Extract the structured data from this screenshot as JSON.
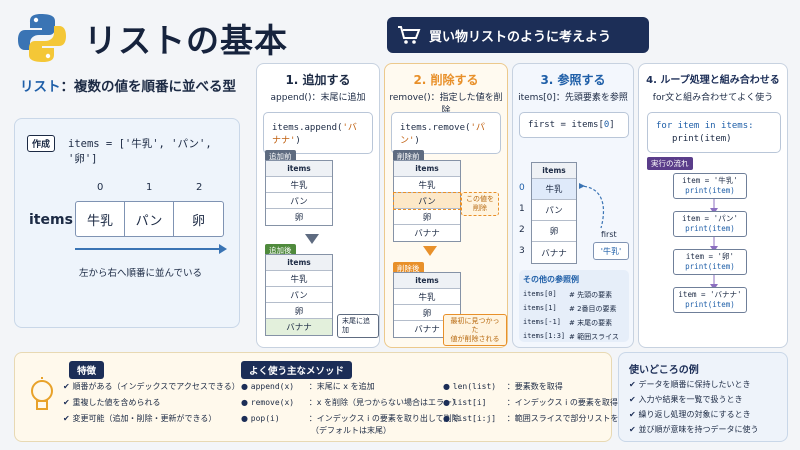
{
  "header": {
    "title": "リストの基本",
    "slogan": "買い物リストのように考えよう",
    "subtitle_key": "リスト",
    "subtitle_colon": "：",
    "subtitle_text": "複数の値を順番に並べる型"
  },
  "create": {
    "badge": "作成",
    "code": "items = ['牛乳', 'パン', '卵']",
    "var": "items",
    "indices": [
      "0",
      "1",
      "2"
    ],
    "cells": [
      "牛乳",
      "パン",
      "卵"
    ],
    "caption": "左から右へ順番に並んでいる"
  },
  "add": {
    "title": "1. 追加する",
    "sub": "append()：末尾に追加",
    "code_pre": "items.append(",
    "code_arg": "'バナナ'",
    "code_post": ")",
    "tag_before": "追加前",
    "tag_after": "追加後",
    "header": "items",
    "before": [
      "牛乳",
      "パン",
      "卵"
    ],
    "after": [
      "牛乳",
      "パン",
      "卵",
      "バナナ"
    ],
    "note": "末尾に追加"
  },
  "remove": {
    "title": "2. 削除する",
    "sub": "remove()：指定した値を削除",
    "code_pre": "items.remove(",
    "code_arg": "'パン'",
    "code_post": ")",
    "tag_before": "削除前",
    "tag_after": "削除後",
    "header": "items",
    "before": [
      "牛乳",
      "パン",
      "卵",
      "バナナ"
    ],
    "after": [
      "牛乳",
      "卵",
      "バナナ"
    ],
    "note1_line1": "この値を",
    "note1_line2": "削除",
    "note2_line1": "最初に見つかった",
    "note2_line2": "値が削除される"
  },
  "ref": {
    "title": "3. 参照する",
    "sub": "items[0]：先頭要素を参照",
    "code_pre": "first = items[",
    "code_idx": "0",
    "code_post": "]",
    "header": "items",
    "indices": [
      "0",
      "1",
      "2",
      "3"
    ],
    "rows": [
      "牛乳",
      "パン",
      "卵",
      "バナナ"
    ],
    "first_label": "first",
    "first_value": "'牛乳'",
    "other_title": "その他の参照例",
    "examples": [
      {
        "code": "items[0]",
        "desc": "# 先頭の要素"
      },
      {
        "code": "items[1]",
        "desc": "# 2番目の要素"
      },
      {
        "code": "items[-1]",
        "desc": "# 末尾の要素"
      },
      {
        "code": "items[1:3]",
        "desc": "# 範囲スライス"
      }
    ]
  },
  "loop": {
    "title": "4. ループ処理と組み合わせる",
    "sub": "for文と組み合わせてよく使う",
    "code_line1": "for item in items:",
    "code_line2": "print(item)",
    "flow_tag": "実行の流れ",
    "flow": [
      {
        "a": "item = '牛乳'",
        "b": "print(item)"
      },
      {
        "a": "item = 'パン'",
        "b": "print(item)"
      },
      {
        "a": "item = '卵'",
        "b": "print(item)"
      },
      {
        "a": "item = 'バナナ'",
        "b": "print(item)"
      }
    ]
  },
  "features": {
    "title": "特徴",
    "items": [
      "順番がある（インデックスでアクセスできる）",
      "重複した値を含められる",
      "変更可能（追加・削除・更新ができる）"
    ]
  },
  "methods": {
    "title": "よく使う主なメソッド",
    "left": [
      {
        "name": "append(x)",
        "desc": "：末尾に x を追加"
      },
      {
        "name": "remove(x)",
        "desc": "：x を削除（見つからない場合はエラー）"
      },
      {
        "name": "pop(i)",
        "desc": "：インデックス i の要素を取り出して削除",
        "desc2": "（デフォルトは末尾）"
      }
    ],
    "right": [
      {
        "name": "len(list)",
        "desc": "：要素数を取得"
      },
      {
        "name": "list[i]",
        "desc": "：インデックス i の要素を取得"
      },
      {
        "name": "list[i:j]",
        "desc": "：範囲スライスで部分リストを取得"
      }
    ]
  },
  "usecases": {
    "title": "使いどころの例",
    "items": [
      "データを順番に保持したいとき",
      "入力や結果を一覧で扱うとき",
      "繰り返し処理の対象にするとき",
      "並び順が意味を持つデータに使う"
    ]
  },
  "colors": {
    "navy": "#1c2e57",
    "blue": "#1f5fa8",
    "orange": "#e8902a",
    "green": "#4f8a3c",
    "purple": "#5a3d8a"
  }
}
